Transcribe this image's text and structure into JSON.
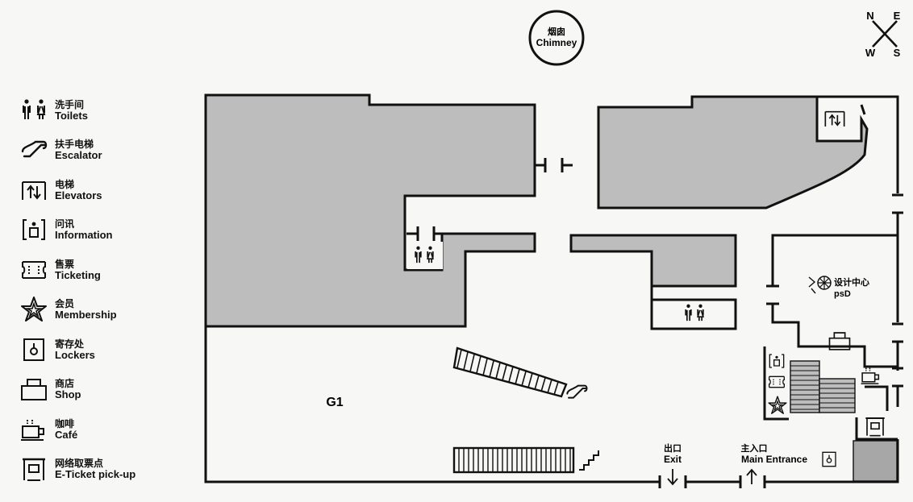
{
  "legend": {
    "items": [
      {
        "zh": "洗手间",
        "en": "Toilets",
        "icon": "toilets-icon"
      },
      {
        "zh": "扶手电梯",
        "en": "Escalator",
        "icon": "escalator-icon"
      },
      {
        "zh": "电梯",
        "en": "Elevators",
        "icon": "elevator-icon"
      },
      {
        "zh": "问讯",
        "en": "Information",
        "icon": "information-icon"
      },
      {
        "zh": "售票",
        "en": "Ticketing",
        "icon": "ticketing-icon"
      },
      {
        "zh": "会员",
        "en": "Membership",
        "icon": "membership-star-icon"
      },
      {
        "zh": "寄存处",
        "en": "Lockers",
        "icon": "lockers-icon"
      },
      {
        "zh": "商店",
        "en": "Shop",
        "icon": "shop-icon"
      },
      {
        "zh": "咖啡",
        "en": "Café",
        "icon": "cafe-icon"
      },
      {
        "zh": "网络取票点",
        "en": "E-Ticket pick-up",
        "icon": "eticket-icon"
      }
    ]
  },
  "map": {
    "chimney_zh": "烟囱",
    "chimney_en": "Chimney",
    "compass": {
      "n": "N",
      "e": "E",
      "w": "W",
      "s": "S"
    },
    "floor_label": "G1",
    "design_center_zh": "设计中心",
    "design_center_en": "psD",
    "exit_zh": "出口",
    "exit_en": "Exit",
    "entrance_zh": "主入口",
    "entrance_en": "Main Entrance"
  },
  "colors": {
    "gray_fill": "#bdbdbd",
    "dark_gray": "#a7a7a7",
    "wall": "#111111",
    "background": "#f7f7f5"
  }
}
